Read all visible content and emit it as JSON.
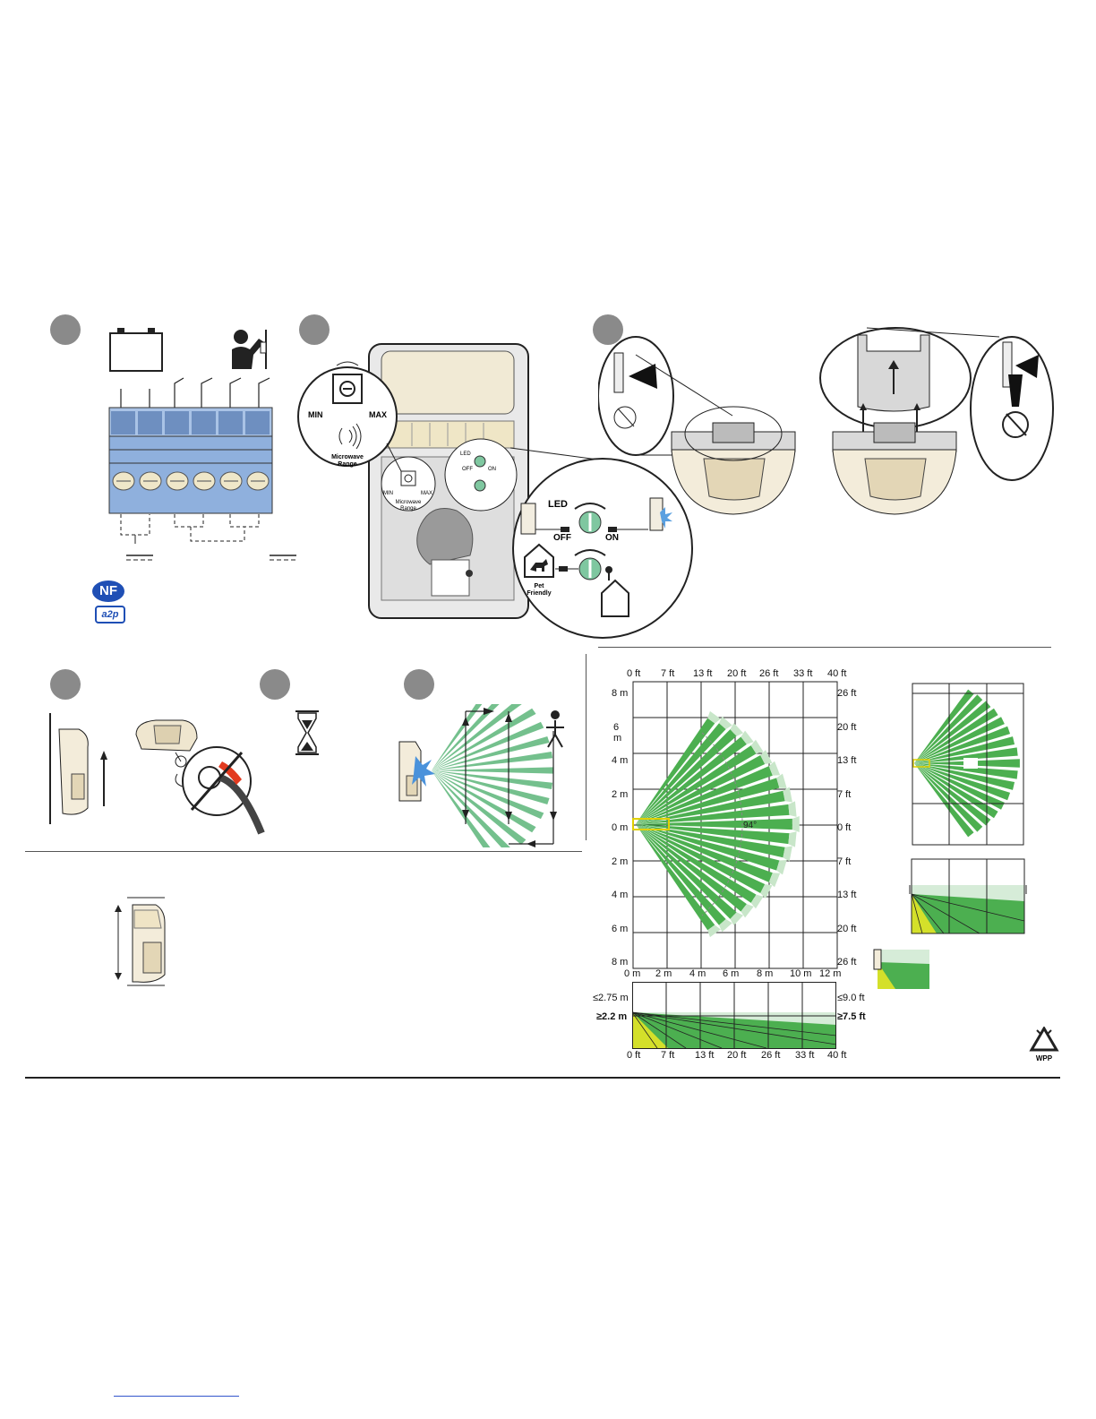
{
  "panel2": {
    "callout": {
      "min": "MIN",
      "max": "MAX",
      "title1": "Microwave",
      "title2": "Range"
    },
    "board": {
      "min": "MIN",
      "max": "MAX",
      "title1": "Microwave",
      "title2": "Range",
      "led": "LED",
      "off": "OFF",
      "on": "ON"
    },
    "zoom": {
      "led": "LED",
      "off": "OFF",
      "on": "ON",
      "pet1": "Pet",
      "pet2": "Friendly"
    }
  },
  "coverage": {
    "top_ft": [
      "0 ft",
      "7 ft",
      "13 ft",
      "20 ft",
      "26 ft",
      "33 ft",
      "40 ft"
    ],
    "left_m": [
      "8 m",
      "6",
      "m",
      "4 m",
      "2 m",
      "0 m",
      "2 m",
      "4 m",
      "6 m",
      "8 m"
    ],
    "right_ft": [
      "26 ft",
      "20 ft",
      "13 ft",
      "7 ft",
      "0 ft",
      "7 ft",
      "13 ft",
      "20 ft",
      "26 ft"
    ],
    "bottom_m": [
      "0 m",
      "2 m",
      "4 m",
      "6 m",
      "8 m",
      "10 m",
      "12 m"
    ],
    "angle": "94°",
    "side_left_top": "≤2.75 m",
    "side_left_bot": "≥2.2 m",
    "side_right_top": "≤9.0 ft",
    "side_right_bot": "≥7.5 ft",
    "side_bottom_ft": [
      "0 ft",
      "7 ft",
      "13 ft",
      "20 ft",
      "26 ft",
      "33 ft",
      "40 ft"
    ]
  },
  "logos": {
    "nf": "NF",
    "a2p": "a2p",
    "wpp": "WPP"
  },
  "colors": {
    "step": "#8a8a8a",
    "pattern": "#4caf50",
    "pattern_light": "#c8e6c9",
    "yellow": "#d4e02a",
    "terminal_blue": "#8fb0dd"
  }
}
